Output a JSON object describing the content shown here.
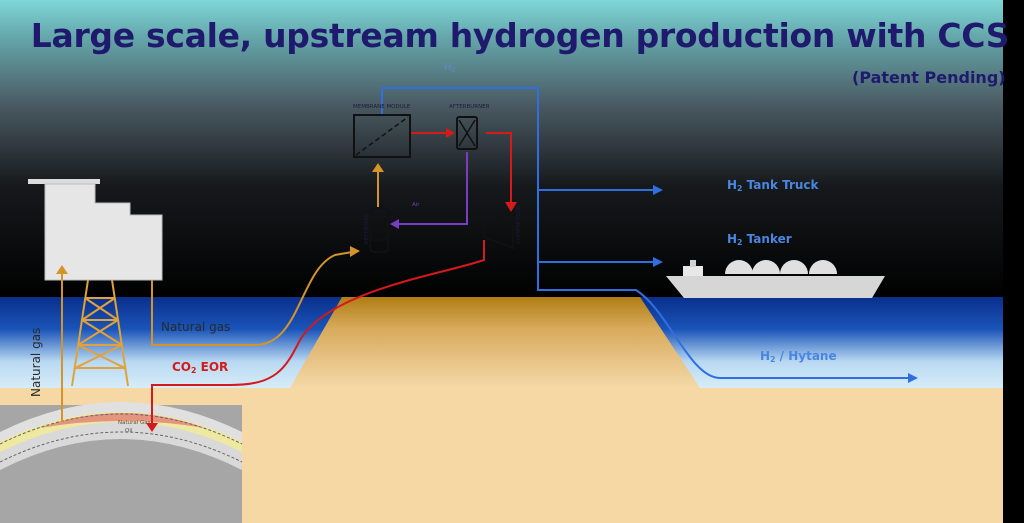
{
  "title": "Large scale, upstream hydrogen production with CCS",
  "subtitle": "(Patent Pending)",
  "labels": {
    "h2_top": "H",
    "h2_top_sub": "2",
    "membrane_module": "MEMBRANE  MODULE",
    "afterburner": "AFTERBURNER",
    "reformer_side": "REFORMER",
    "purple_label": "Air",
    "compressor_side": "COMPRESSOR",
    "h2_tank_truck_pre": "H",
    "h2_tank_truck_sub": "2",
    "h2_tank_truck_post": " Tank Truck",
    "h2_tanker_pre": "H",
    "h2_tanker_sub": "2",
    "h2_tanker_post": " Tanker",
    "h2_hytane_pre": "H",
    "h2_hytane_sub": "2",
    "h2_hytane_post": " / Hytane",
    "natural_gas_flow": "Natural gas",
    "natural_gas_well": "Natural gas",
    "co2_eor_pre": "CO",
    "co2_eor_sub": "2",
    "co2_eor_post": "  EOR",
    "reservoir_gas": "Natural Gas",
    "reservoir_oil": "Oil"
  },
  "colors": {
    "title": "#1f1a6e",
    "h2_flow": "#2f6fe0",
    "natural_gas_flow": "#d4942a",
    "co2_flow": "#d41a1a",
    "air_flow": "#7a3cc0",
    "sea": "#0d3aa0",
    "seabed": "#f6d8a4"
  },
  "icons": [
    "platform-icon",
    "membrane-module-icon",
    "afterburner-icon",
    "reformer-icon",
    "compressor-icon",
    "ship-icon",
    "reservoir-icon"
  ]
}
